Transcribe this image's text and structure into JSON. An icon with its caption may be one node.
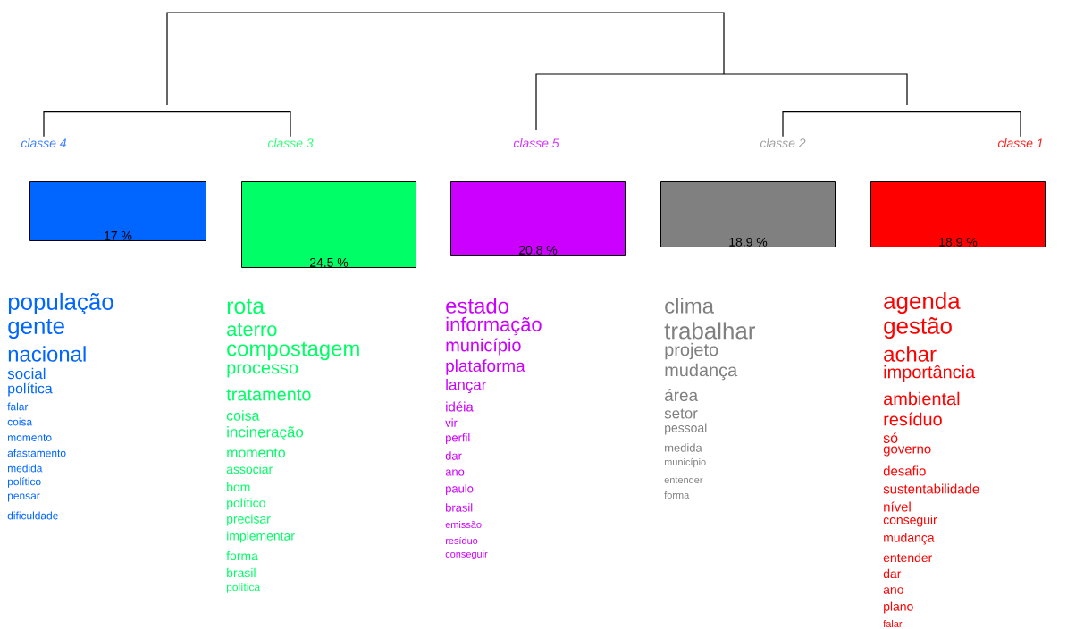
{
  "diagram": {
    "nodes": [
      {
        "text": [
          "classe  4"
        ]
      },
      {
        "text": [
          "classe  3"
        ]
      },
      {
        "text": [
          "classe  5"
        ]
      },
      {
        "text": [
          "classe  2"
        ]
      },
      {
        "text": [
          "classe  1"
        ]
      },
      {
        "text": [
          "17 %"
        ],
        "beside": [
          "população",
          "gente",
          "nacional",
          "social",
          "política",
          "falar",
          "coisa",
          "momento",
          "afastamento",
          "medida",
          "político",
          "pensar",
          "dificuldade"
        ]
      },
      {
        "text": [
          "24.5 %"
        ],
        "beside": [
          "rota",
          "aterro",
          "compostagem",
          "processo",
          "tratamento",
          "coisa",
          "incineração",
          "momento",
          "associar",
          "bom",
          "político",
          "precisar",
          "implementar",
          "forma",
          "brasil",
          "política"
        ]
      },
      {
        "text": [
          "20.8 %"
        ],
        "beside": [
          "estado",
          "informação",
          "município",
          "plataforma",
          "lançar",
          "idéia",
          "vir",
          "perfil",
          "dar",
          "ano",
          "paulo",
          "brasil",
          "emissão",
          "resíduo",
          "conseguir"
        ]
      },
      {
        "text": [
          "18.9 %"
        ],
        "beside": [
          "clima",
          "trabalhar",
          "projeto",
          "mudança",
          "área",
          "setor",
          "pessoal",
          "medida",
          "município",
          "entender",
          "forma"
        ]
      },
      {
        "text": [
          "18.9 %"
        ],
        "beside": [
          "agenda",
          "gestão",
          "achar",
          "importância",
          "ambiental",
          "resíduo",
          "só",
          "governo",
          "desafio",
          "sustentabilidade",
          "nível",
          "conseguir",
          "mudança",
          "entender",
          "dar",
          "ano",
          "plano",
          "falar"
        ]
      }
    ],
    "edges": [
      {
        "from": 0,
        "to": 1,
        "arrow": "none"
      },
      {
        "from": 3,
        "to": 4,
        "arrow": "none"
      }
    ]
  }
}
